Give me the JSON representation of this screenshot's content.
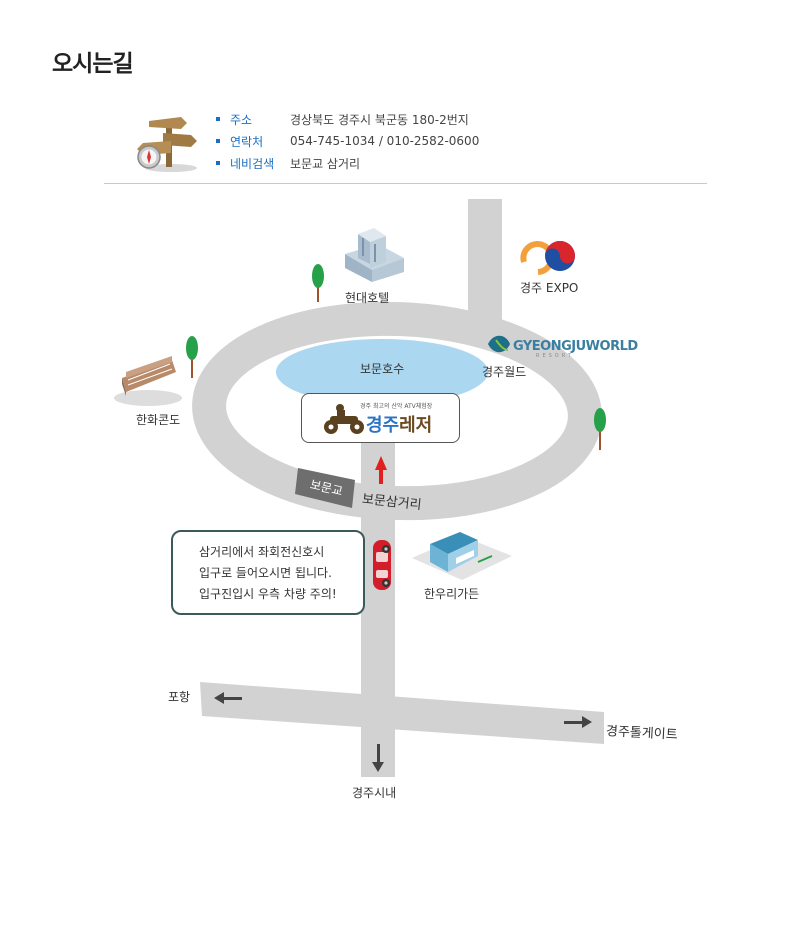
{
  "page": {
    "title": "오시는길"
  },
  "info": {
    "rows": [
      {
        "label": "주소",
        "value": "경상북도 경주시 북군동 180-2번지"
      },
      {
        "label": "연락처",
        "value": "054-745-1034 / 010-2582-0600"
      },
      {
        "label": "네비검색",
        "value": "보문교 삼거리"
      }
    ]
  },
  "map": {
    "lake": "보문호수",
    "hyundai_hotel": "현대호텔",
    "expo": "경주 EXPO",
    "gyeongju_world_logo": "GYEONGJUWORLD",
    "gyeongju_world_resort": "RESORT",
    "gyeongju_world": "경주월드",
    "hanwha_condo": "한화콘도",
    "bridge": "보문교",
    "junction": "보문삼거리",
    "restaurant": "한우리가든",
    "pohang": "포항",
    "tollgate": "경주톨게이트",
    "city": "경주시내",
    "brand_small": "경주 최고의 산악 ATV체험장",
    "brand_name_1": "경주",
    "brand_name_2": "레저",
    "callout": [
      "삼거리에서 좌회전신호시",
      "입구로 들어오시면 됩니다.",
      "입구진입시 우측 차량 주의!"
    ]
  },
  "colors": {
    "accent": "#1a6fc4",
    "road": "#d2d2d2",
    "lake": "#9dd0ee",
    "arrow": "#e02020"
  }
}
